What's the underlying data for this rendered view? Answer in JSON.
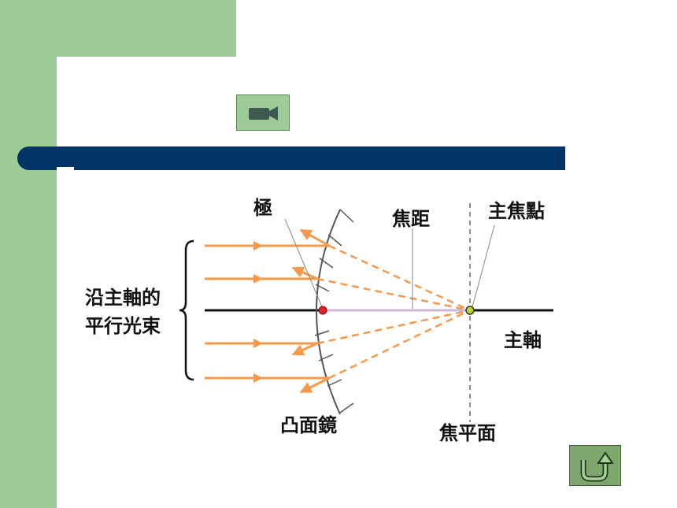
{
  "buttons": {
    "video_icon": "video-camera-icon",
    "return_icon": "return-arrow-icon"
  },
  "diagram": {
    "label_pole": "極",
    "label_focal_length": "焦距",
    "label_principal_focus": "主焦點",
    "label_parallel_rays_line1": "沿主軸的",
    "label_parallel_rays_line2": "平行光束",
    "label_principal_axis": "主軸",
    "label_convex_mirror": "凸面鏡",
    "label_focal_plane": "焦平面"
  },
  "colors": {
    "sidebar_green": "#9dcc98",
    "title_bar_navy": "#003366",
    "ray_orange": "#f59a4d",
    "pole_dot": "#e0202a",
    "focus_dot": "#b7d334"
  }
}
